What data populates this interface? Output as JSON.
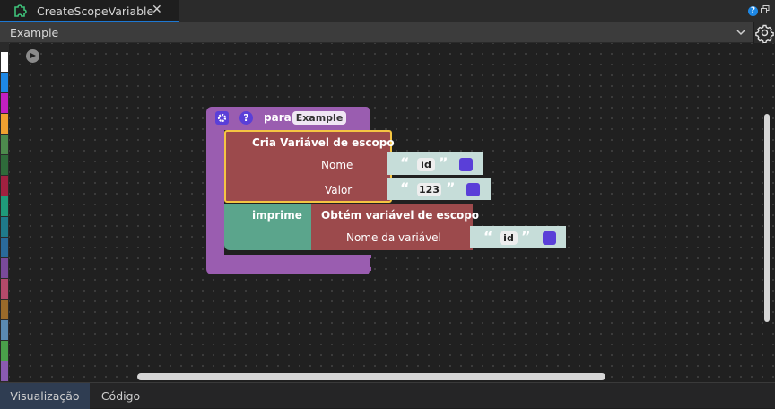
{
  "tab": {
    "title": "CreateScopeVariable",
    "close": "✕"
  },
  "topbar": {
    "help": "?"
  },
  "dropdown": {
    "value": "Example"
  },
  "colors": {
    "accent": "#1e78d2",
    "procedure": "#9a5db0",
    "scope_block": "#9c4a4c",
    "print_block": "#5ba58c",
    "text_block": "#c6ddd9",
    "selection": "#f5c542",
    "toolbox": [
      "#ffffff",
      "#1e88e5",
      "#c21fc1",
      "#f0a030",
      "#4d8a4d",
      "#2e6b3a",
      "#a02040",
      "#1f9a7a",
      "#1f7a8a",
      "#2a6a9a",
      "#7a4a9a",
      "#b34a6a",
      "#9a6a2a",
      "#5a8ab0",
      "#4aa04a",
      "#8a5ab0"
    ]
  },
  "blocks": {
    "procedure": {
      "keyword": "para",
      "name": "Example",
      "help": "?"
    },
    "create": {
      "title": "Cria Variável de escopo",
      "name_label": "Nome",
      "value_label": "Valor",
      "name_value": "id",
      "value_value": "123"
    },
    "print": {
      "title": "imprime"
    },
    "get": {
      "title": "Obtém variável de escopo",
      "name_label": "Nome da variável",
      "name_value": "id"
    }
  },
  "bottom_tabs": [
    {
      "label": "Visualização"
    },
    {
      "label": "Código"
    }
  ]
}
